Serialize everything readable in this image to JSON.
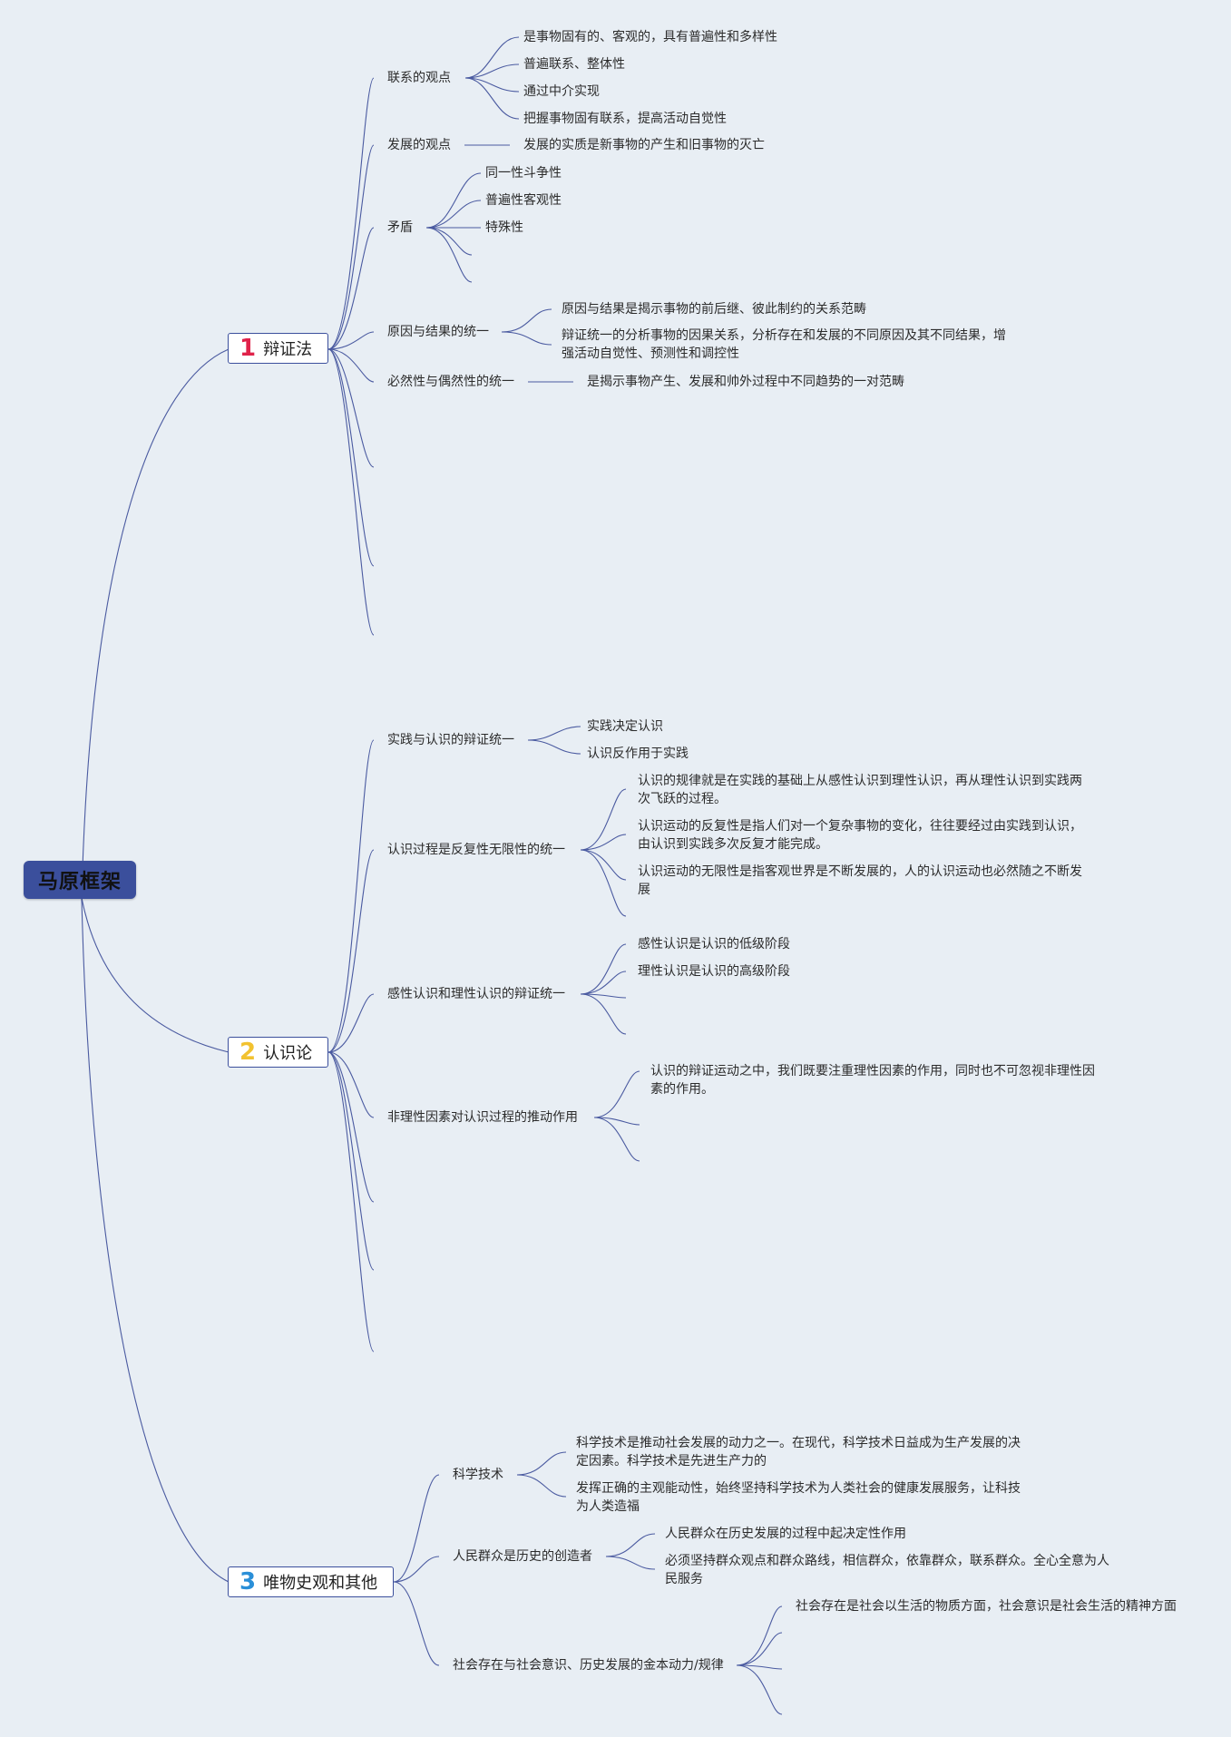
{
  "root": "马原框架",
  "branches": [
    {
      "num": "1",
      "num_color": "#e0224a",
      "label": "辩证法",
      "children": [
        {
          "label": "联系的观点",
          "items": [
            "是事物固有的、客观的，具有普遍性和多样性",
            "普遍联系、整体性",
            "通过中介实现",
            "把握事物固有联系，提高活动自觉性"
          ]
        },
        {
          "label": "发展的观点",
          "items": [
            "发展的实质是新事物的产生和旧事物的灭亡"
          ]
        },
        {
          "label": "矛盾",
          "items": [
            "同一性斗争性",
            "普遍性客观性",
            "特殊性"
          ]
        },
        {
          "label": "原因与结果的统一",
          "items": [
            "原因与结果是揭示事物的前后继、彼此制约的关系范畴",
            "辩证统一的分析事物的因果关系，分析存在和发展的不同原因及其不同结果，增强活动自觉性、预测性和调控性"
          ]
        },
        {
          "label": "必然性与偶然性的统一",
          "items": [
            "是揭示事物产生、发展和帅外过程中不同趋势的一对范畴"
          ]
        }
      ]
    },
    {
      "num": "2",
      "num_color": "#f2c230",
      "label": "认识论",
      "children": [
        {
          "label": "实践与认识的辩证统一",
          "items": [
            "实践决定认识",
            "认识反作用于实践"
          ]
        },
        {
          "label": "认识过程是反复性无限性的统一",
          "items": [
            "认识的规律就是在实践的基础上从感性认识到理性认识，再从理性认识到实践两次飞跃的过程。",
            "认识运动的反复性是指人们对一个复杂事物的变化，往往要经过由实践到认识，由认识到实践多次反复才能完成。",
            "认识运动的无限性是指客观世界是不断发展的，人的认识运动也必然随之不断发展"
          ]
        },
        {
          "label": "感性认识和理性认识的辩证统一",
          "items": [
            "感性认识是认识的低级阶段",
            "理性认识是认识的高级阶段"
          ]
        },
        {
          "label": "非理性因素对认识过程的推动作用",
          "items": [
            "认识的辩证运动之中，我们既要注重理性因素的作用，同时也不可忽视非理性因素的作用。"
          ]
        }
      ]
    },
    {
      "num": "3",
      "num_color": "#2a8fd8",
      "label": "唯物史观和其他",
      "children": [
        {
          "label": "科学技术",
          "items": [
            "科学技术是推动社会发展的动力之一。在现代，科学技术日益成为生产发展的决定因素。科学技术是先进生产力的",
            "发挥正确的主观能动性，始终坚持科学技术为人类社会的健康发展服务，让科技为人类造福"
          ]
        },
        {
          "label": "人民群众是历史的创造者",
          "items": [
            "人民群众在历史发展的过程中起决定性作用",
            "必须坚持群众观点和群众路线，相信群众，依靠群众，联系群众。全心全意为人民服务"
          ]
        },
        {
          "label": "社会存在与社会意识、历史发展的金本动力/规律",
          "items": [
            "社会存在是社会以生活的物质方面，社会意识是社会生活的精神方面"
          ]
        }
      ]
    }
  ]
}
